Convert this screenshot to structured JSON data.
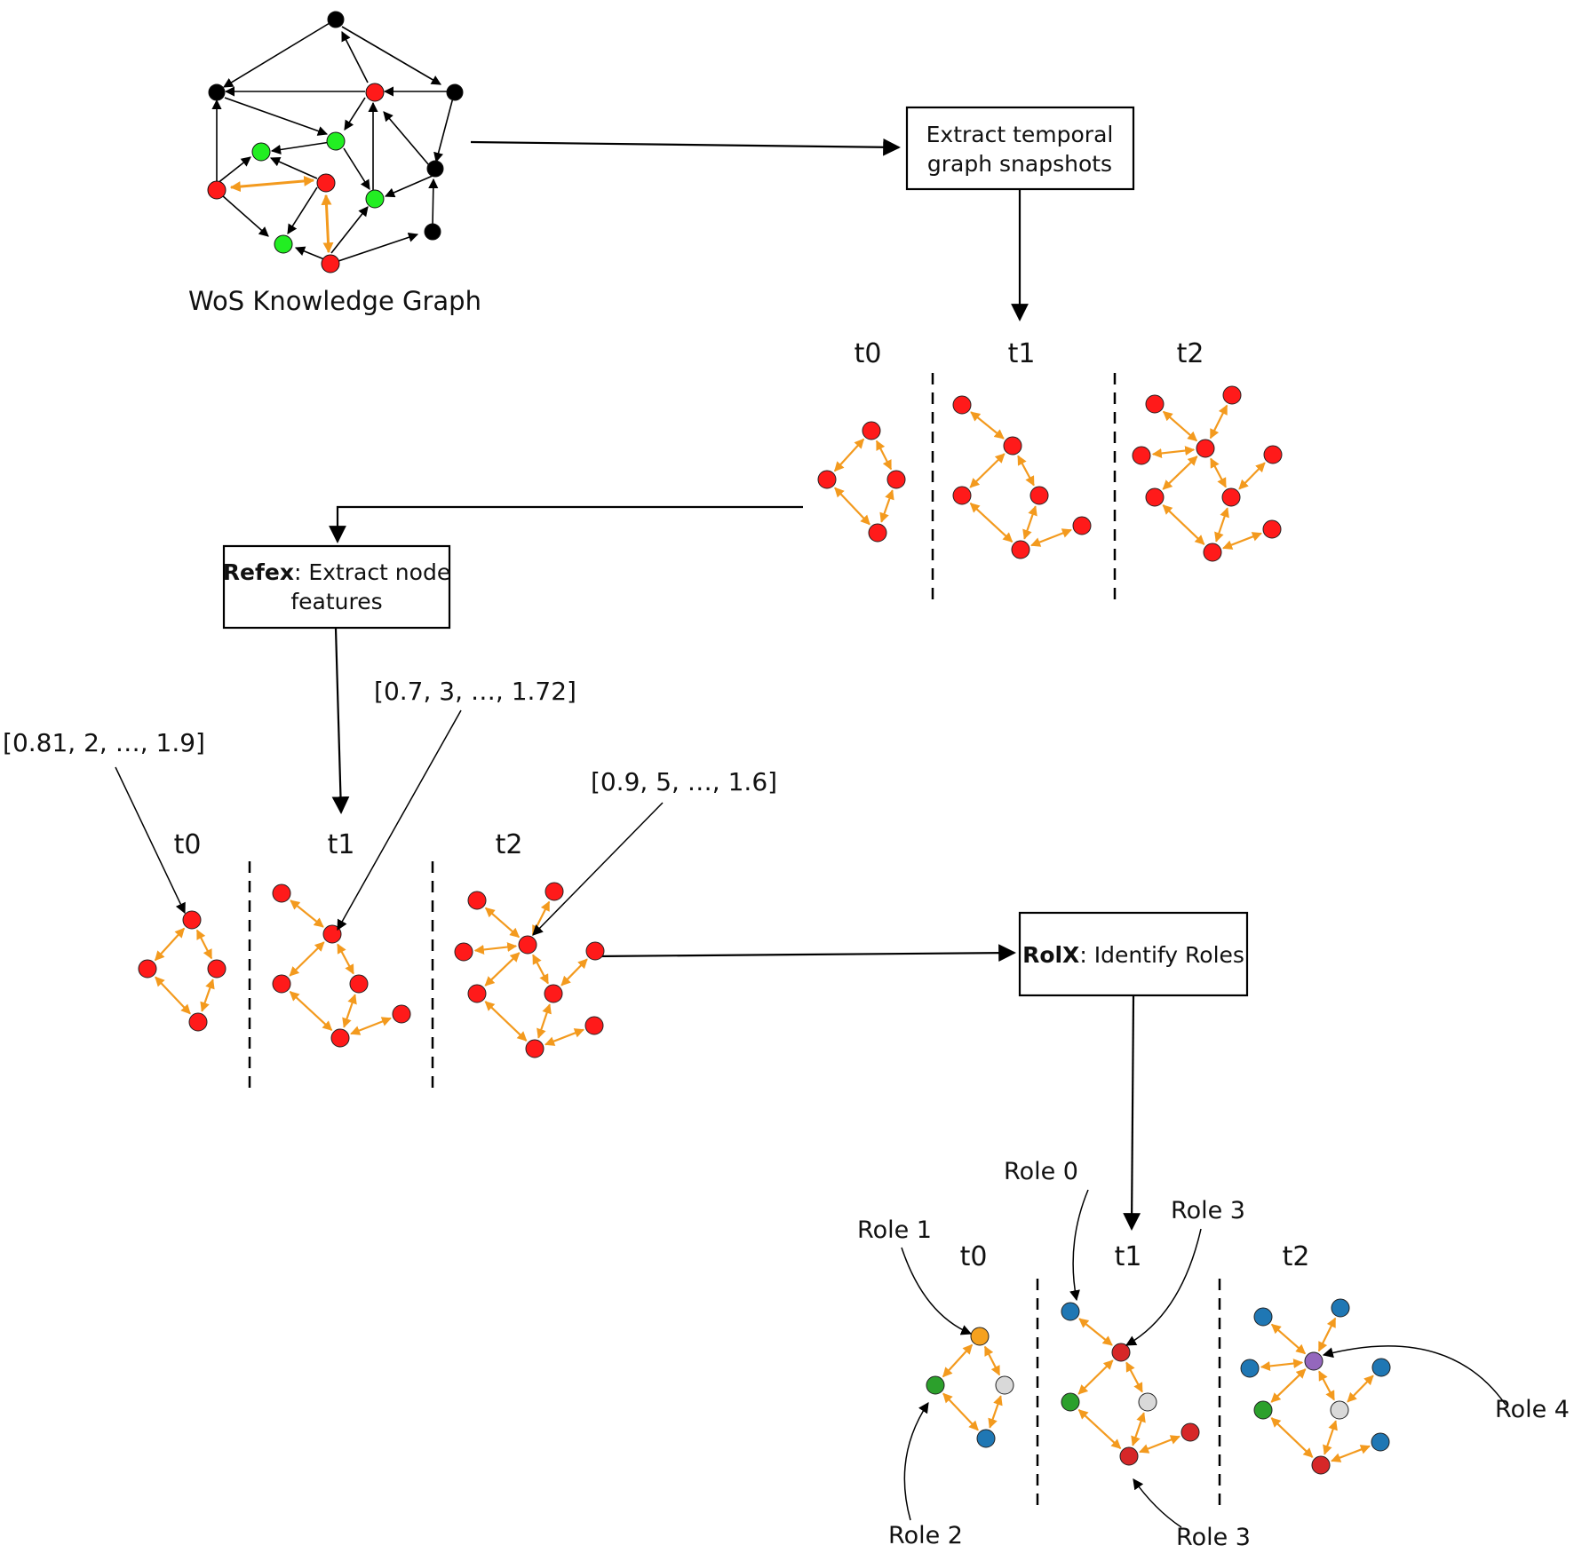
{
  "knowledge_graph": {
    "label": "WoS Knowledge Graph"
  },
  "process_steps": {
    "extract_snapshots": {
      "line1": "Extract temporal",
      "line2": "graph snapshots"
    },
    "refex": {
      "bold": "Refex",
      "rest": ": Extract node",
      "line2": "features"
    },
    "rolx": {
      "bold": "RolX",
      "rest": ": Identify Roles"
    }
  },
  "snapshot_labels": [
    "t0",
    "t1",
    "t2"
  ],
  "feature_vectors": {
    "t0": "[0.81, 2, …, 1.9]",
    "t1": "[0.7, 3, …, 1.72]",
    "t2": "[0.9, 5, …, 1.6]"
  },
  "roles": {
    "role0": "Role 0",
    "role1": "Role 1",
    "role2": "Role 2",
    "role3_top": "Role 3",
    "role3_bottom": "Role 3",
    "role4": "Role 4"
  },
  "colors": {
    "node_red": "#ff1a1a",
    "node_green": "#22ee22",
    "node_black": "#000000",
    "edge_orange": "#f39a1e",
    "role_orange": "#f5a11f",
    "role_green": "#2ca02c",
    "role_blue": "#1f77b4",
    "role_gray": "#d9d9d9",
    "role_red": "#d62728",
    "role_purple": "#9467bd"
  }
}
